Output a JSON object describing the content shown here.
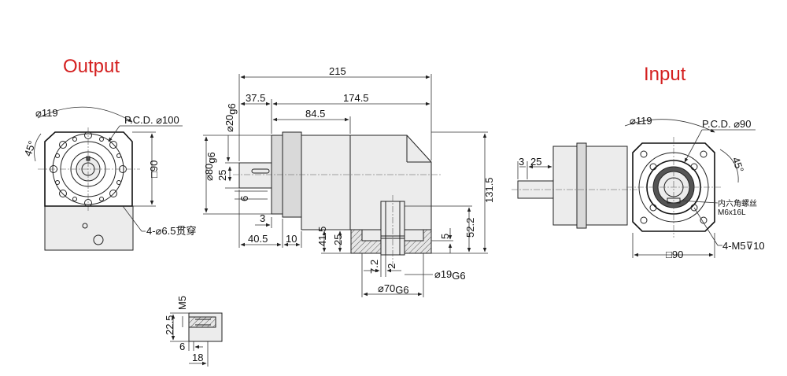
{
  "titles": {
    "output": "Output",
    "input": "Input"
  },
  "output_view": {
    "dia_flange": "⌀119",
    "pcd": "P.C.D. ⌀100",
    "angle": "45°",
    "square": "□90",
    "holes": "4-⌀6.5贯穿"
  },
  "side_view": {
    "overall_length": "215",
    "len_37_5": "37.5",
    "len_174_5": "174.5",
    "len_84_5": "84.5",
    "shaft_dia": "⌀20",
    "shaft_dia_tol": "g6",
    "spigot_dia": "⌀80",
    "spigot_dia_tol": "g6",
    "len_25": "25",
    "key_6": "6",
    "len_3": "3",
    "len_40_5": "40.5",
    "len_10": "10",
    "height_131_5": "131.5",
    "height_41_5": "41.5",
    "height_25": "25",
    "height_5": "5",
    "height_52_2": "52.2",
    "len_7_2": "7.2",
    "len_2": "2",
    "bore_19": "⌀19",
    "bore_19_tol": "G6",
    "dia_70": "⌀70",
    "dia_70_tol": "G6"
  },
  "key_detail": {
    "thread": "M5",
    "depth_22_5": "22.5",
    "key_6": "6",
    "len_18": "18"
  },
  "input_view": {
    "dia_flange": "⌀119",
    "shaft_3": "3",
    "shaft_25": "25",
    "pcd": "P.C.D. ⌀90",
    "angle": "45°",
    "screw_cn": "内六角螺丝",
    "screw_spec": "M6x16L",
    "square": "□90",
    "holes": "4-M5⊽10"
  }
}
